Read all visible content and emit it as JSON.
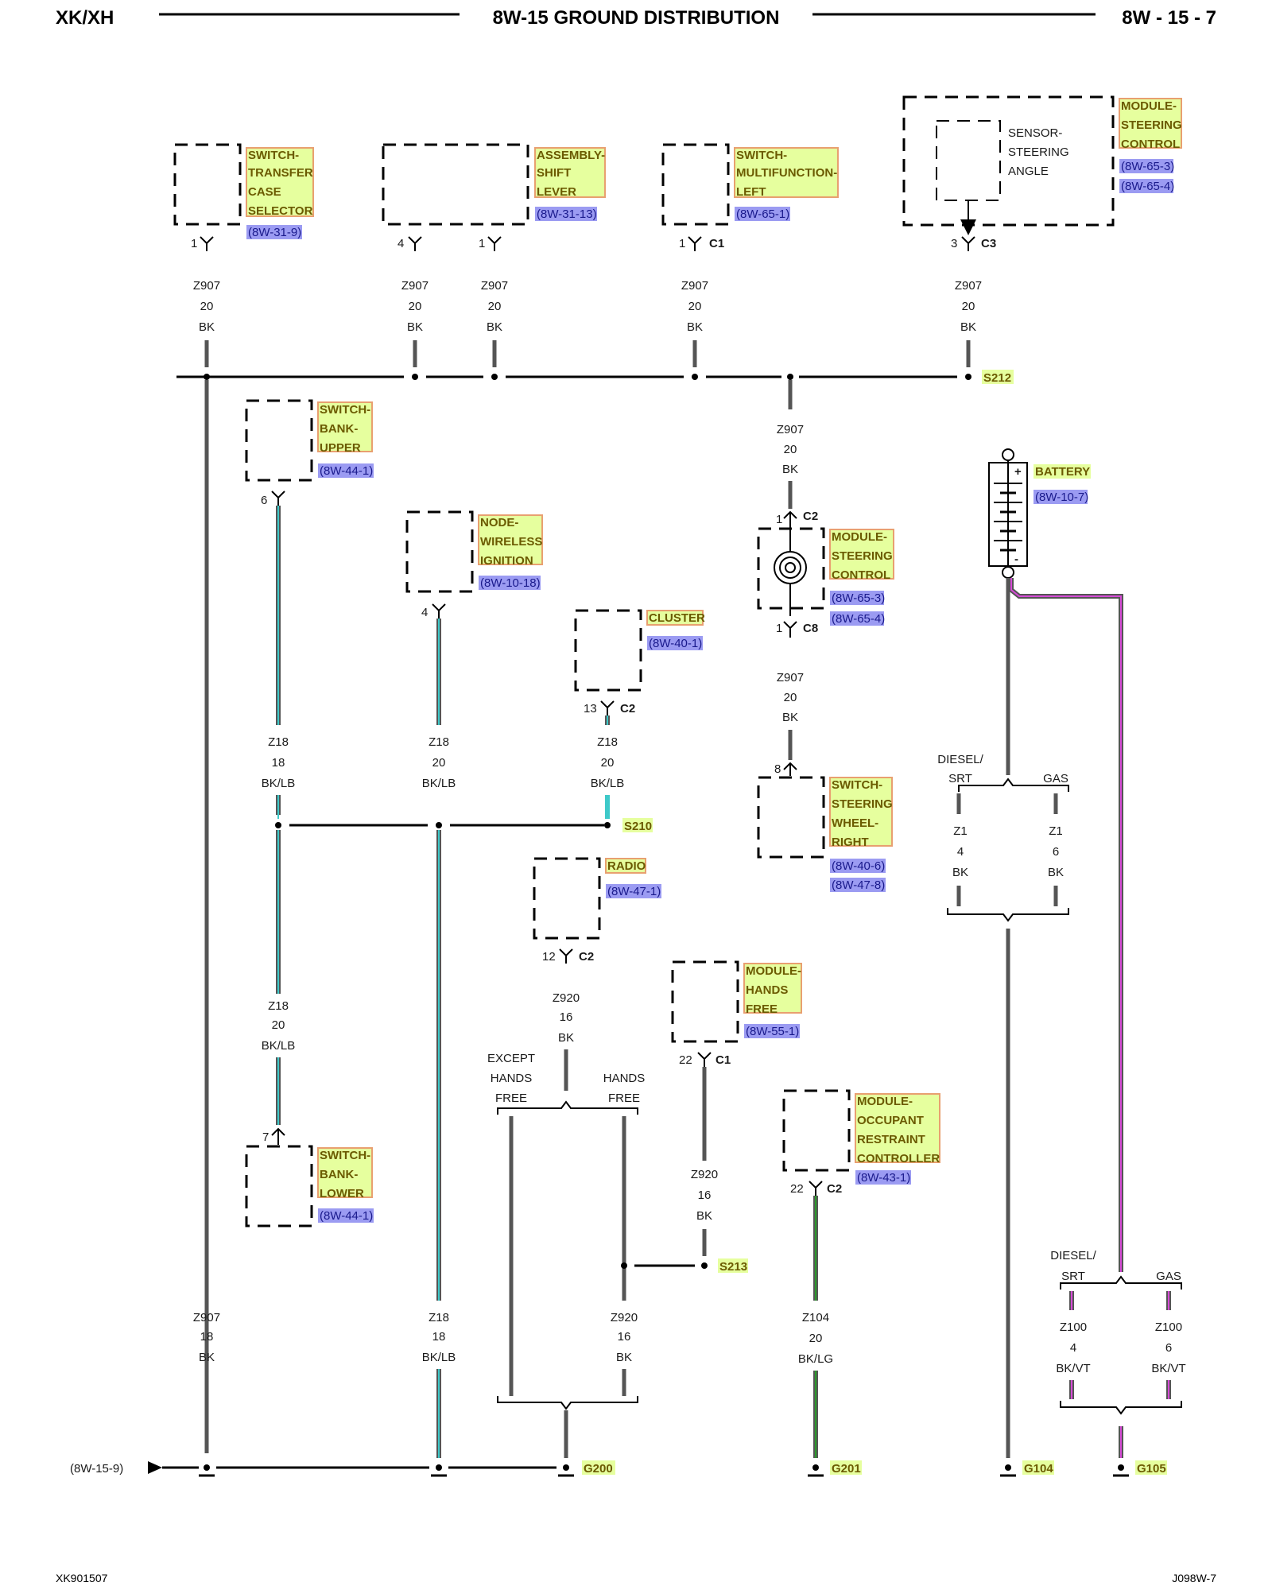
{
  "header": {
    "left": "XK/XH",
    "title": "8W-15 GROUND DISTRIBUTION",
    "right": "8W - 15 - 7"
  },
  "footer": {
    "left": "XK901507",
    "right": "J098W-7"
  },
  "components": {
    "transfer_case": {
      "lines": [
        "SWITCH-",
        "TRANSFER",
        "CASE",
        "SELECTOR"
      ],
      "ref": "(8W-31-9)"
    },
    "shift_lever": {
      "lines": [
        "ASSEMBLY-",
        "SHIFT",
        "LEVER"
      ],
      "ref": "(8W-31-13)"
    },
    "multifunction": {
      "lines": [
        "SWITCH-",
        "MULTIFUNCTION-",
        "LEFT"
      ],
      "ref": "(8W-65-1)"
    },
    "steering_ctrl_top": {
      "lines": [
        "MODULE-",
        "STEERING",
        "CONTROL"
      ],
      "refs": [
        "(8W-65-3)",
        "(8W-65-4)"
      ],
      "sensor": [
        "SENSOR-",
        "STEERING",
        "ANGLE"
      ]
    },
    "bank_upper": {
      "lines": [
        "SWITCH-",
        "BANK-",
        "UPPER"
      ],
      "ref": "(8W-44-1)"
    },
    "wireless_ignition": {
      "lines": [
        "NODE-",
        "WIRELESS",
        "IGNITION"
      ],
      "ref": "(8W-10-18)"
    },
    "cluster": {
      "lines": [
        "CLUSTER"
      ],
      "ref": "(8W-40-1)"
    },
    "steering_ctrl_mid": {
      "lines": [
        "MODULE-",
        "STEERING",
        "CONTROL"
      ],
      "refs": [
        "(8W-65-3)",
        "(8W-65-4)"
      ]
    },
    "battery": {
      "lines": [
        "BATTERY"
      ],
      "ref": "(8W-10-7)"
    },
    "steering_wheel_right": {
      "lines": [
        "SWITCH-",
        "STEERING",
        "WHEEL-",
        "RIGHT"
      ],
      "refs": [
        "(8W-40-6)",
        "(8W-47-8)"
      ]
    },
    "radio": {
      "lines": [
        "RADIO"
      ],
      "ref": "(8W-47-1)"
    },
    "hands_free": {
      "lines": [
        "MODULE-",
        "HANDS",
        "FREE"
      ],
      "ref": "(8W-55-1)"
    },
    "bank_lower": {
      "lines": [
        "SWITCH-",
        "BANK-",
        "LOWER"
      ],
      "ref": "(8W-44-1)"
    },
    "orc": {
      "lines": [
        "MODULE-",
        "OCCUPANT",
        "RESTRAINT",
        "CONTROLLER"
      ],
      "ref": "(8W-43-1)"
    }
  },
  "pins": {
    "transfer_case": "1",
    "shift_lever_a": "4",
    "shift_lever_b": "1",
    "multifunction": "1",
    "multifunction_conn": "C1",
    "steering_top": "3",
    "steering_top_conn": "C3",
    "steering_mid_in": "1",
    "steering_mid_in_conn": "C2",
    "steering_mid_out": "1",
    "steering_mid_out_conn": "C8",
    "bank_upper": "6",
    "wireless": "4",
    "cluster": "13",
    "cluster_conn": "C2",
    "wheel_right": "8",
    "radio": "12",
    "radio_conn": "C2",
    "hands_free": "22",
    "hands_free_conn": "C1",
    "bank_lower": "7",
    "orc": "22",
    "orc_conn": "C2"
  },
  "wires": {
    "w1": [
      "Z907",
      "20",
      "BK"
    ],
    "w2": [
      "Z907",
      "20",
      "BK"
    ],
    "w3": [
      "Z907",
      "20",
      "BK"
    ],
    "w4": [
      "Z907",
      "20",
      "BK"
    ],
    "w5": [
      "Z907",
      "20",
      "BK"
    ],
    "w6": [
      "Z907",
      "20",
      "BK"
    ],
    "w7": [
      "Z907",
      "20",
      "BK"
    ],
    "w8": [
      "Z18",
      "18",
      "BK/LB"
    ],
    "w9": [
      "Z18",
      "20",
      "BK/LB"
    ],
    "w10": [
      "Z18",
      "20",
      "BK/LB"
    ],
    "w11": [
      "Z18",
      "20",
      "BK/LB"
    ],
    "w12": [
      "Z920",
      "16",
      "BK"
    ],
    "w13": [
      "Z920",
      "16",
      "BK"
    ],
    "w14": [
      "Z907",
      "18",
      "BK"
    ],
    "w15": [
      "Z18",
      "18",
      "BK/LB"
    ],
    "w16": [
      "Z920",
      "16",
      "BK"
    ],
    "w17": [
      "Z104",
      "20",
      "BK/LG"
    ],
    "w18": [
      "Z1",
      "4",
      "BK"
    ],
    "w19": [
      "Z1",
      "6",
      "BK"
    ],
    "w20": [
      "Z100",
      "4",
      "BK/VT"
    ],
    "w21": [
      "Z100",
      "6",
      "BK/VT"
    ]
  },
  "options": {
    "diesel_srt": [
      "DIESEL/",
      "SRT"
    ],
    "gas": "GAS",
    "except_hands_free": [
      "EXCEPT",
      "HANDS",
      "FREE"
    ],
    "hands_free": [
      "HANDS",
      "FREE"
    ]
  },
  "splices": {
    "s212": "S212",
    "s210": "S210",
    "s213": "S213"
  },
  "grounds": {
    "g200": "G200",
    "g201": "G201",
    "g104": "G104",
    "g105": "G105"
  },
  "battery_symbols": {
    "plus": "+",
    "minus": "-"
  },
  "offpage_ref": "(8W-15-9)",
  "colors": {
    "wire_black": "#555555",
    "wire_blue_stripe": "#3ec9c9",
    "wire_green_stripe": "#2a9a2a",
    "wire_violet_stripe": "#d64bd6",
    "label_fill": "#e6ff9e",
    "label_border": "#e8a070",
    "ref_fill": "#9b9bf2"
  }
}
